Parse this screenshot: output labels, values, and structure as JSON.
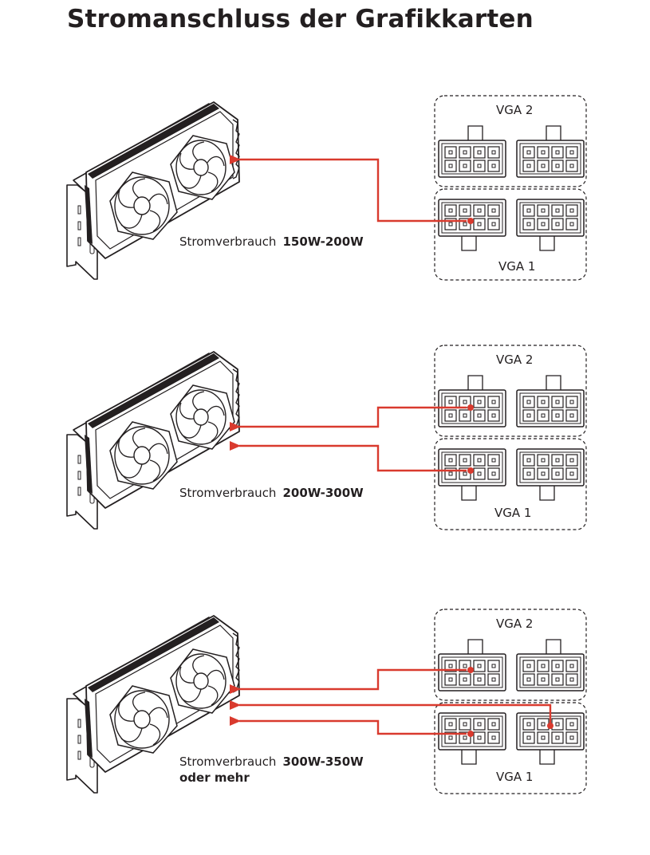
{
  "title": "Stromanschluss der Grafikkarten",
  "colors": {
    "wire": "#d93a2e",
    "line": "#231f20",
    "background": "#ffffff"
  },
  "icons": [
    "graphics-card-icon",
    "pcie-8pin-connector-icon",
    "arrow-left-icon"
  ],
  "sections": [
    {
      "consumption_label": "Stromverbrauch",
      "power_range": "150W-200W",
      "power_note": "",
      "vga_top_label": "VGA 2",
      "vga_bottom_label": "VGA 1",
      "connections": 1
    },
    {
      "consumption_label": "Stromverbrauch",
      "power_range": "200W-300W",
      "power_note": "",
      "vga_top_label": "VGA 2",
      "vga_bottom_label": "VGA 1",
      "connections": 2
    },
    {
      "consumption_label": "Stromverbrauch",
      "power_range": "300W-350W",
      "power_note": "oder mehr",
      "vga_top_label": "VGA 2",
      "vga_bottom_label": "VGA 1",
      "connections": 3
    }
  ]
}
